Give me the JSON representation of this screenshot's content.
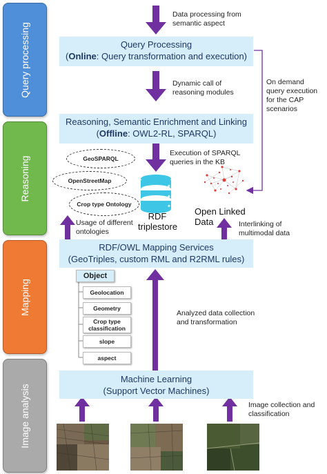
{
  "bands": [
    {
      "label": "Query processing",
      "color": "#4f8fd9"
    },
    {
      "label": "Reasoning",
      "color": "#71b94d"
    },
    {
      "label": "Mapping",
      "color": "#ee7a33"
    },
    {
      "label": "Image analysis",
      "color": "#aaaaaa"
    }
  ],
  "boxes": {
    "query": {
      "line1": "Query Processing",
      "bold": "Online",
      "rest": ": Query transformation and execution)"
    },
    "reasoning": {
      "line1": "Reasoning, Semantic Enrichment and Linking",
      "bold": "Offline",
      "rest": ": OWL2-RL, SPARQL)"
    },
    "mapping": {
      "line1": "RDF/OWL Mapping Services",
      "line2": "(GeoTriples, custom RML and R2RML rules)"
    },
    "ml": {
      "line1": "Machine Learning",
      "line2": "(Support Vector Machines)"
    }
  },
  "notes": {
    "data_processing": "Data processing from semantic aspect",
    "dynamic_call": "Dynamic call of reasoning modules",
    "on_demand": "On demand query execution for the CAP scenarios",
    "execution_sparql": "Execution of SPARQL queries in the KB",
    "usage_ontologies": "Usage of different ontologies",
    "interlinking": "Interlinking of multimodal data",
    "analyzed": "Analyzed data collection and transformation",
    "image_collection": "Image collection and classification"
  },
  "ontologies": [
    "GeoSPARQL",
    "OpenStreetMap",
    "Crop type Ontology"
  ],
  "triplestore_label": "RDF triplestore",
  "open_linked_data": "Open Linked Data",
  "object": {
    "title": "Object",
    "items": [
      "Geolocation",
      "Geometry",
      "Crop type classification",
      "slope",
      "aspect"
    ]
  },
  "colors": {
    "arrow": "#7030a0",
    "box_fill": "#d6eefa",
    "box_text": "#1f3864",
    "triplestore": "#3ec6e6"
  }
}
